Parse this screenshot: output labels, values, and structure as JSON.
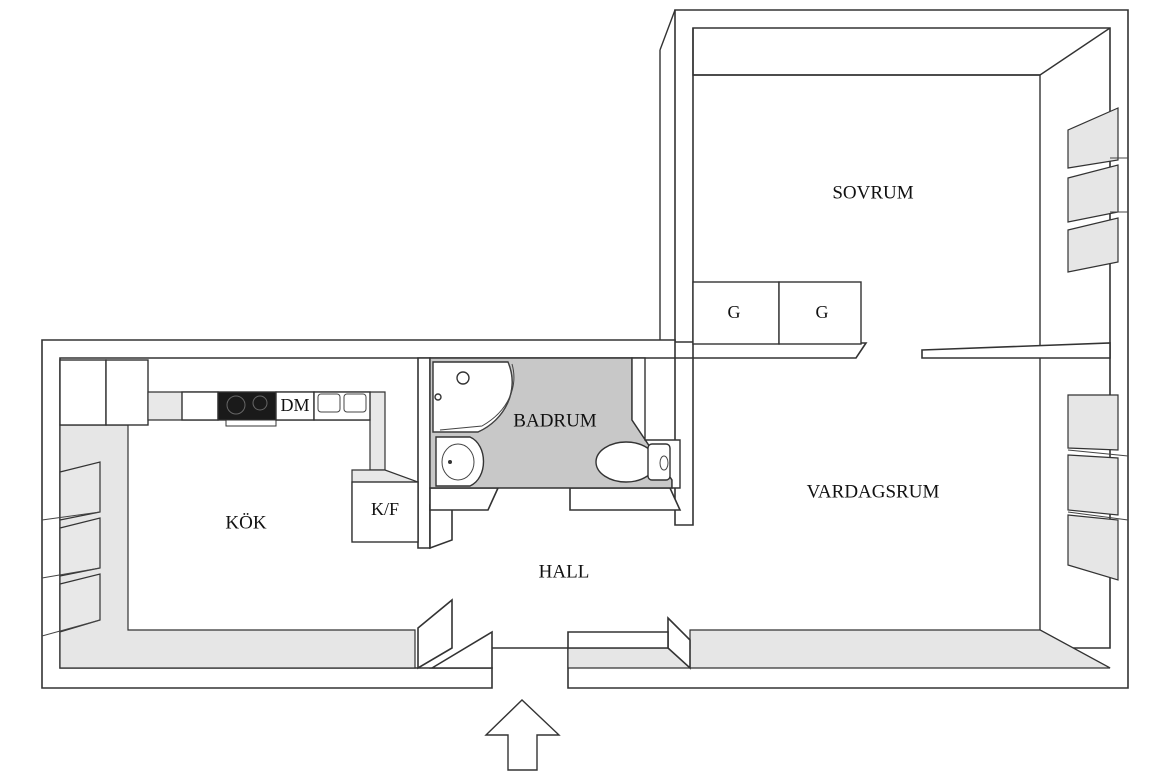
{
  "rooms": {
    "sovrum": "SOVRUM",
    "vardagsrum": "VARDAGSRUM",
    "badrum": "BADRUM",
    "kok": "KÖK",
    "hall": "HALL"
  },
  "fixtures": {
    "wardrobe_left": "G",
    "wardrobe_right": "G",
    "dishwasher": "DM",
    "fridge_freezer": "K/F"
  },
  "icons": {
    "entrance": "entrance-arrow-icon",
    "stove": "stove-icon",
    "sink": "sink-icon",
    "toilet": "toilet-icon",
    "shower": "shower-icon",
    "window": "window-icon"
  },
  "colors": {
    "bathroom_floor": "#c8c8c8",
    "wall_shade": "#e6e6e6",
    "stove": "#1a1a1a"
  }
}
